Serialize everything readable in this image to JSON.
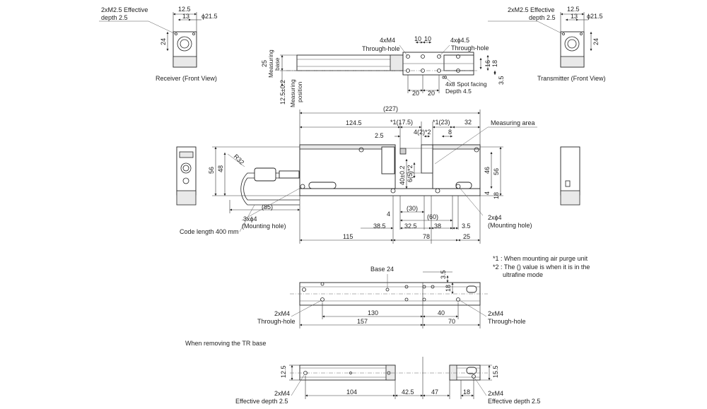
{
  "receiver": {
    "note_line1": "2xM2.5 Effective",
    "note_line2": "depth 2.5",
    "dim_width": "12.5",
    "dim_inner": "13",
    "dim_dia": "ϕ21.5",
    "dim_height": "24",
    "caption": "Receiver (Front View)"
  },
  "transmitter": {
    "note_line1": "2xM2.5 Effective",
    "note_line2": "depth 2.5",
    "dim_width": "12.5",
    "dim_inner": "13",
    "dim_dia": "ϕ21.5",
    "dim_height": "24",
    "caption": "Transmitter (Front View)"
  },
  "top_view": {
    "m4_label": "4xM4",
    "m4_sub": "Through-hole",
    "hole_label": "4xϕ4.5",
    "hole_sub": "Through-hole",
    "dim_10a": "10",
    "dim_10b": "10",
    "dim_25": "25",
    "meas_base_1": "Measuring",
    "meas_base_2": "base",
    "dim_125": "12.5±0.2",
    "meas_pos_1": "Measuring",
    "meas_pos_2": "position",
    "dim_16": "16",
    "dim_18": "18",
    "dim_35": "3.5",
    "dim_20a": "20",
    "dim_20b": "20",
    "dim_8": "8",
    "spot_1": "4x8 Spot facing",
    "spot_2": "Depth 4.5"
  },
  "main_view": {
    "dim_227": "(227)",
    "dim_1245": "124.5",
    "dim_175": "*1(17.5)",
    "dim_123": "*1(23)",
    "dim_32": "32",
    "dim_25": "2.5",
    "dim_42": "4(2)*2",
    "dim_8": "8",
    "measuring_area": "Measuring area",
    "dim_56": "56",
    "dim_48": "48",
    "dim_r32": "R32",
    "dim_40": "40±0.2",
    "dim_65": "6(5)*2",
    "dim_46": "46",
    "dim_56r": "56",
    "dim_4r": "4",
    "dim_18r": "18",
    "dim_85": "(85)",
    "dim_4": "4",
    "dim_30": "(30)",
    "dim_60": "(60)",
    "mount_l_1": "3xϕ4",
    "mount_l_2": "(Mounting hole)",
    "mount_r_1": "2xϕ4",
    "mount_r_2": "(Mounting hole)",
    "code_length": "Code length 400 mm",
    "dim_385": "38.5",
    "dim_325": "32.5",
    "dim_38": "38",
    "dim_35": "3.5",
    "dim_115": "115",
    "dim_78": "78",
    "dim_25b": "25"
  },
  "notes": {
    "n1": "*1 : When mounting air purge unit",
    "n2a": "*2 : The () value is when it is in the",
    "n2b": "ultrafine mode"
  },
  "base_view": {
    "title": "Base 24",
    "dim_35": "3.5",
    "dim_18": "18",
    "left_1": "2xM4",
    "left_2": "Through-hole",
    "right_1": "2xM4",
    "right_2": "Through-hole",
    "dim_130": "130",
    "dim_40": "40",
    "dim_157": "157",
    "dim_70": "70"
  },
  "removed_view": {
    "title": "When removing the TR base",
    "dim_125": "12.5",
    "dim_155": "15.5",
    "left_1": "2xM4",
    "left_2": "Effective depth 2.5",
    "right_1": "2xM4",
    "right_2": "Effective depth 2.5",
    "dim_104": "104",
    "dim_425": "42.5",
    "dim_47": "47",
    "dim_18": "18"
  }
}
